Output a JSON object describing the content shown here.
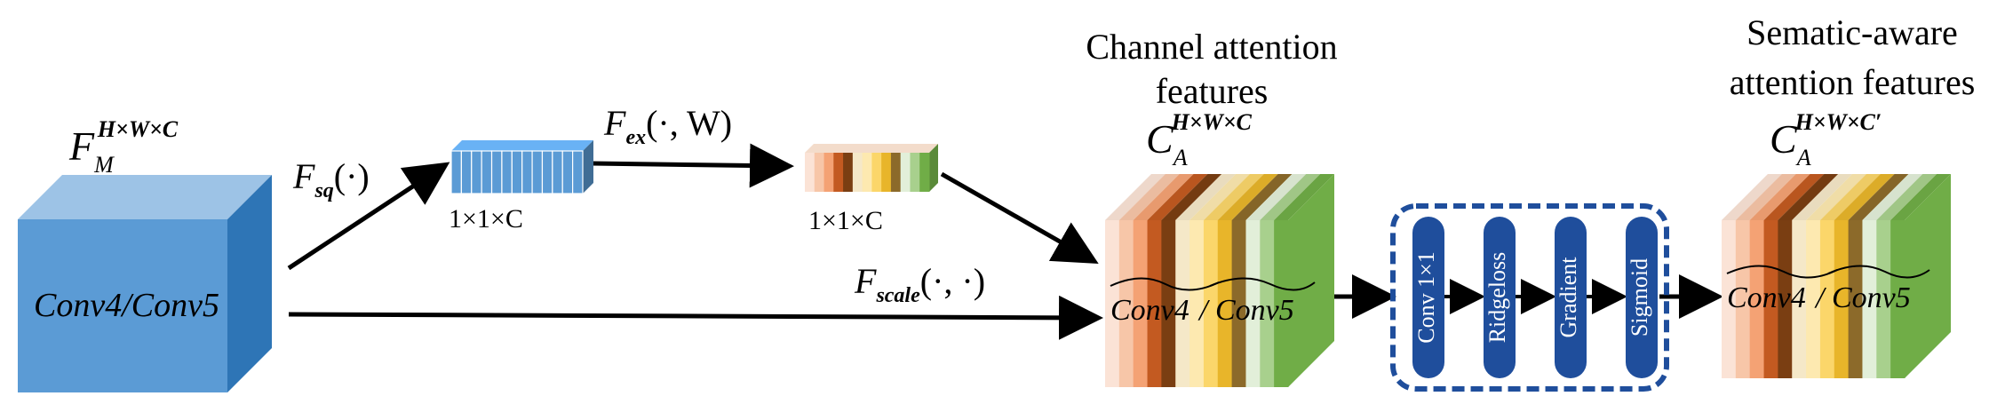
{
  "input_block": {
    "label_base": "F",
    "label_sub": "M",
    "label_sup": "H×W×C",
    "inner_text": "Conv4/Conv5",
    "color": "#5b9bd5"
  },
  "squeeze": {
    "op_base": "F",
    "op_sub": "sq",
    "op_args": "(·)",
    "vector_label": "1×1×C",
    "vector_color": "#5b9bd5"
  },
  "excitation": {
    "op_base": "F",
    "op_sub": "ex",
    "op_args": "(·,  W)",
    "vector_label": "1×1×C"
  },
  "scale": {
    "op_base": "F",
    "op_sub": "scale",
    "op_args": "(·,  ·)"
  },
  "channel_attention": {
    "title_line1": "Channel attention",
    "title_line2": "features",
    "label_base": "C",
    "label_sub": "A",
    "label_sup": "H×W×C",
    "inner_text_a": "Conv4",
    "inner_text_b": "Conv5"
  },
  "pipeline": {
    "nodes": [
      "Conv 1×1",
      "Ridgeloss",
      "Gradient",
      "Sigmoid"
    ],
    "node_color": "#1f4e9c",
    "border_color": "#1f4e9c"
  },
  "semantic_attention": {
    "title_line1": "Sematic-aware",
    "title_line2": "attention features",
    "label_base": "C",
    "label_sub": "A",
    "label_sup": "H×W×C′",
    "inner_text_a": "Conv4",
    "inner_text_b": "Conv5"
  },
  "channel_palette": [
    "#fbe3d6",
    "#f7c6a8",
    "#f4a274",
    "#c35a21",
    "#7a3e12",
    "#f5e8c8",
    "#fde9b0",
    "#fbd66a",
    "#e8b52a",
    "#8c6a2a",
    "#e2efd9",
    "#a8d08d",
    "#70ad47"
  ]
}
